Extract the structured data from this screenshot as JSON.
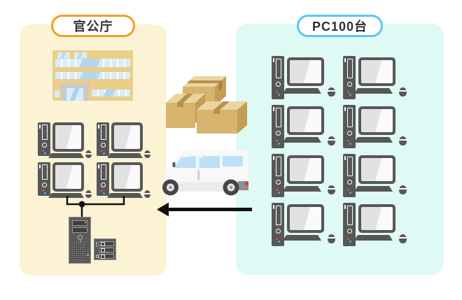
{
  "left_group": {
    "label": "官公庁",
    "accent_color": "#EFA21E",
    "bg_color": "#FCF3D4",
    "pc_count": 4
  },
  "right_group": {
    "label": "PC100台",
    "accent_color": "#57C9F2",
    "bg_color": "#DFF9F5",
    "pc_count": 8
  },
  "center": {
    "box_count": 3,
    "arrow_direction": "left",
    "arrow_color": "#111111"
  },
  "icons": {
    "building": "government-building-icon",
    "pc": "desktop-pc-icon",
    "server": "server-tower-icon",
    "storage": "disk-array-icon",
    "boxes": "cardboard-boxes-icon",
    "vehicle": "delivery-van-icon",
    "arrow": "left-arrow-icon"
  }
}
